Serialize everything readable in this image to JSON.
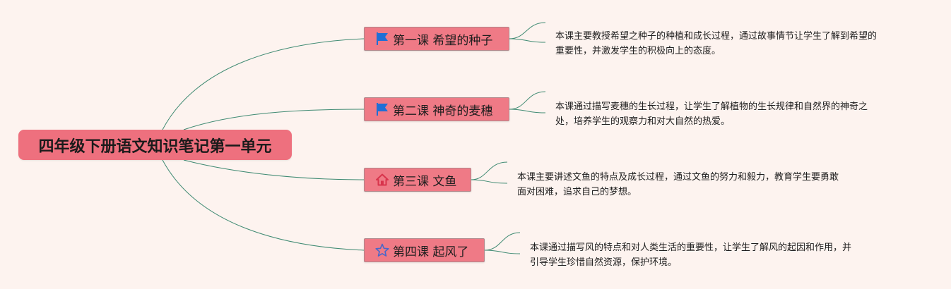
{
  "root": {
    "title": "四年级下册语文知识笔记第一单元"
  },
  "lessons": [
    {
      "label": "第一课 希望的种子",
      "icon": "blue-flag-icon",
      "desc_line1": "本课主要教授希望之种子的种植和成长过程，通过故事情节让学生了解到希望的",
      "desc_line2": "重要性，并激发学生的积极向上的态度。"
    },
    {
      "label": "第二课 神奇的麦穗",
      "icon": "blue-flag-icon",
      "desc_line1": "本课通过描写麦穗的生长过程，让学生了解植物的生长规律和自然界的神奇之",
      "desc_line2": "处，培养学生的观察力和对大自然的热爱。"
    },
    {
      "label": "第三课 文鱼",
      "icon": "house-icon",
      "desc_line1": "本课主要讲述文鱼的特点及成长过程，通过文鱼的努力和毅力，教育学生要勇敢",
      "desc_line2": "面对困难，追求自己的梦想。"
    },
    {
      "label": "第四课 起风了",
      "icon": "star-icon",
      "desc_line1": "本课通过描写风的特点和对人类生活的重要性，让学生了解风的起因和作用，并",
      "desc_line2": "引导学生珍惜自然资源，保护环境。"
    }
  ],
  "colors": {
    "background": "#fdf3ef",
    "root_fill": "#ee707e",
    "lesson_fill": "#ef7a86",
    "connector": "#3f8a72",
    "flag_blue": "#1e6fd6",
    "house_red": "#d8344c",
    "star_blue": "#4a67c9"
  }
}
